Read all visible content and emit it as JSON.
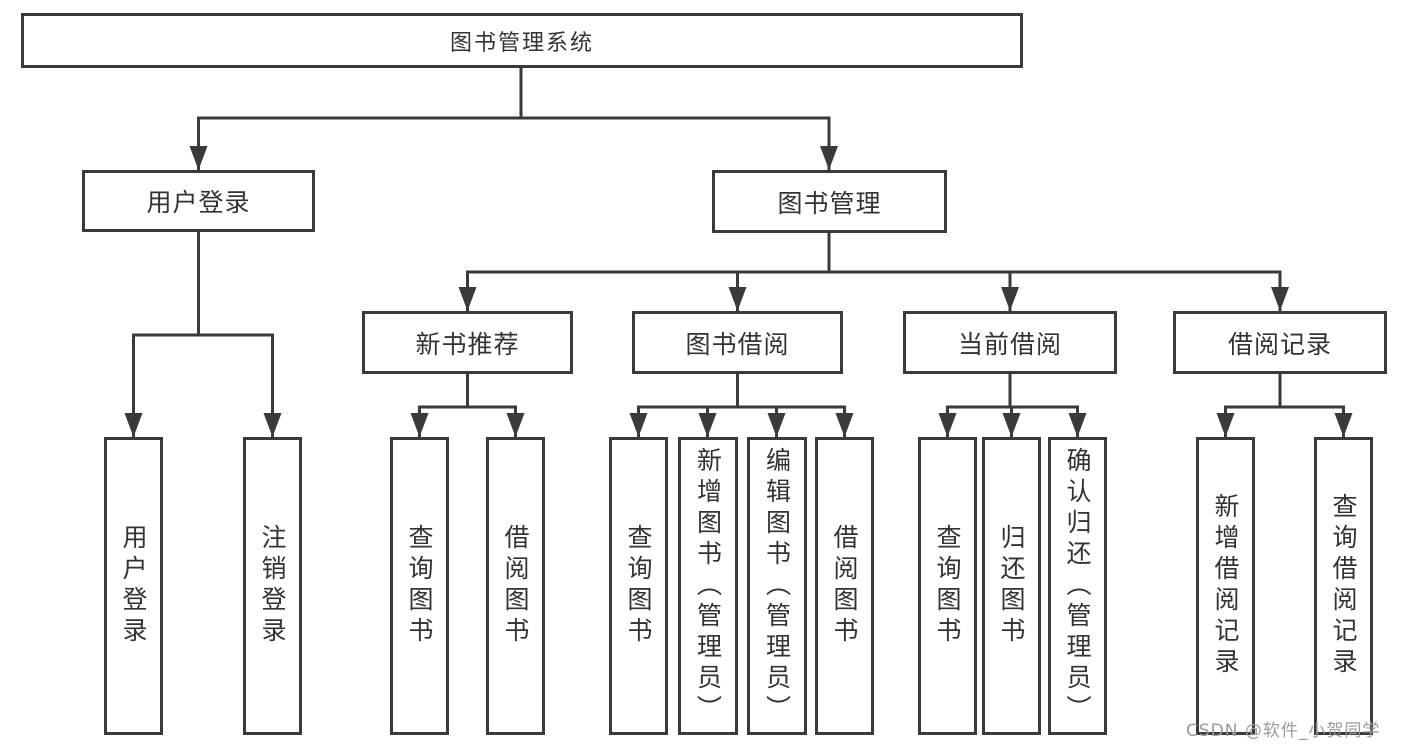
{
  "root": {
    "label": "图书管理系统"
  },
  "level2": [
    {
      "label": "用户登录",
      "children": [
        "用户登录",
        "注销登录"
      ]
    },
    {
      "label": "图书管理",
      "children": []
    }
  ],
  "level3": [
    {
      "label": "新书推荐",
      "children": [
        "查询图书",
        "借阅图书"
      ]
    },
    {
      "label": "图书借阅",
      "children": [
        "查询图书",
        "新增图书（管理员）",
        "编辑图书（管理员）",
        "借阅图书"
      ]
    },
    {
      "label": "当前借阅",
      "children": [
        "查询图书",
        "归还图书",
        "确认归还（管理员）"
      ]
    },
    {
      "label": "借阅记录",
      "children": [
        "新增借阅记录",
        "查询借阅记录"
      ]
    }
  ],
  "watermark": "CSDN @软件_小贺同学",
  "colors": {
    "line": "#3a3a3a",
    "text": "#333333",
    "watermark": "#9b9b9b",
    "background": "#ffffff"
  }
}
